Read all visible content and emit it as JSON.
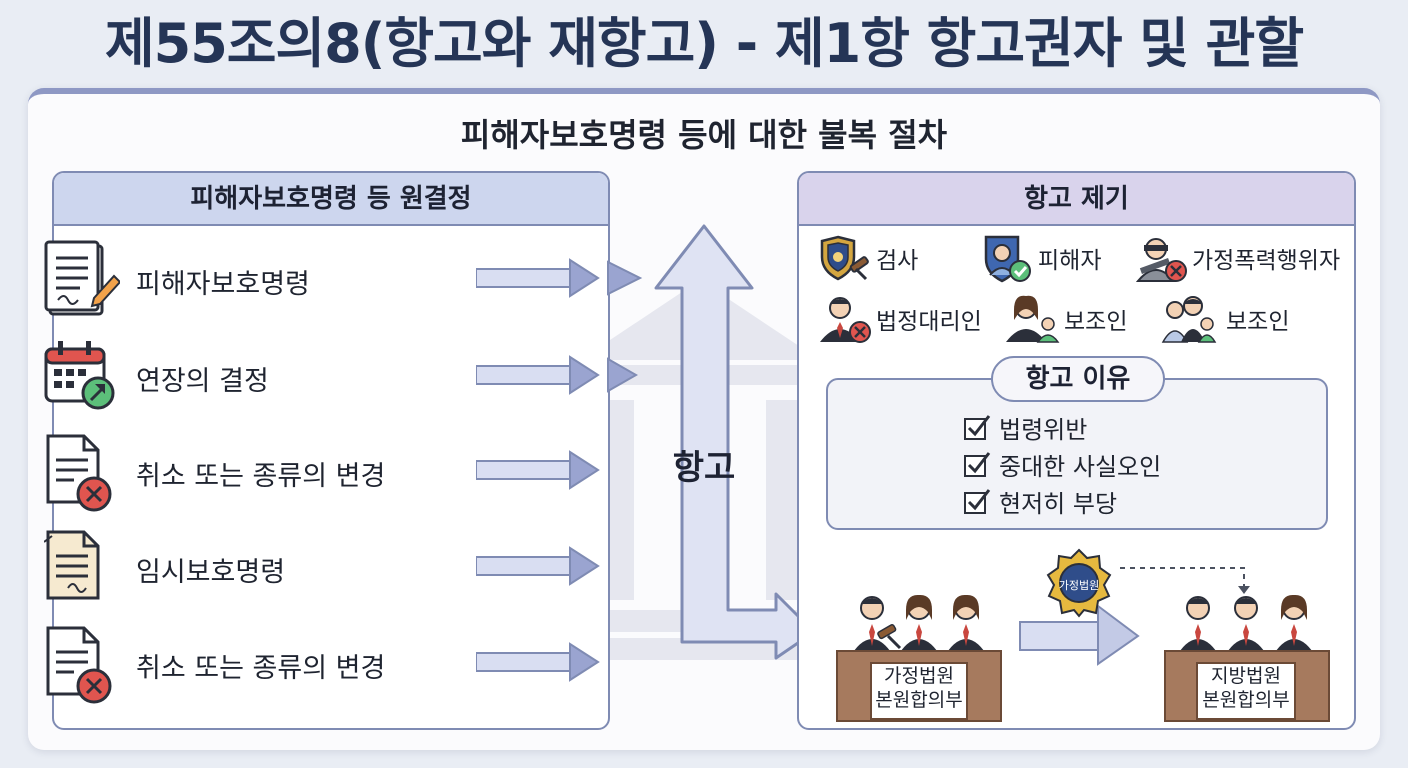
{
  "title": "제55조의8(항고와 재항고) - 제1항 항고권자 및 관할",
  "subtitle": "피해자보호명령 등에 대한 불복 절차",
  "left_panel": {
    "header": "피해자보호명령 등 원결정",
    "items": [
      {
        "label": "피해자보호명령",
        "icon": "signed-document-icon"
      },
      {
        "label": "연장의 결정",
        "icon": "calendar-extend-icon"
      },
      {
        "label": "취소 또는 종류의 변경",
        "icon": "document-cancel-icon"
      },
      {
        "label": "임시보호명령",
        "icon": "temporary-document-icon"
      },
      {
        "label": "취소 또는 종류의 변경",
        "icon": "document-cancel-icon"
      }
    ]
  },
  "center": {
    "appeal_label": "항고"
  },
  "right_panel": {
    "header": "항고 제기",
    "appellants": [
      {
        "label": "검사",
        "icon": "prosecutor-badge-icon"
      },
      {
        "label": "피해자",
        "icon": "victim-shield-icon"
      },
      {
        "label": "가정폭력행위자",
        "icon": "offender-icon"
      },
      {
        "label": "법정대리인",
        "icon": "legal-representative-icon"
      },
      {
        "label": "보조인",
        "icon": "assistant-icon"
      },
      {
        "label": "보조인",
        "icon": "assistant-group-icon"
      }
    ],
    "reasons_title": "항고 이유",
    "reasons": [
      "법령위반",
      "중대한 사실오인",
      "현저히 부당"
    ],
    "courts": {
      "family": {
        "line1": "가정법원",
        "line2": "본원합의부"
      },
      "district": {
        "line1": "지방법원",
        "line2": "본원합의부"
      },
      "emblem_text": "가정법원"
    }
  },
  "colors": {
    "title": "#253556",
    "panel_border": "#7f8bb3",
    "left_header_bg": "#cdd6ee",
    "right_header_bg": "#d9d3ec",
    "arrow_fill": "#c7cdea",
    "cancel_red": "#e0554f"
  }
}
